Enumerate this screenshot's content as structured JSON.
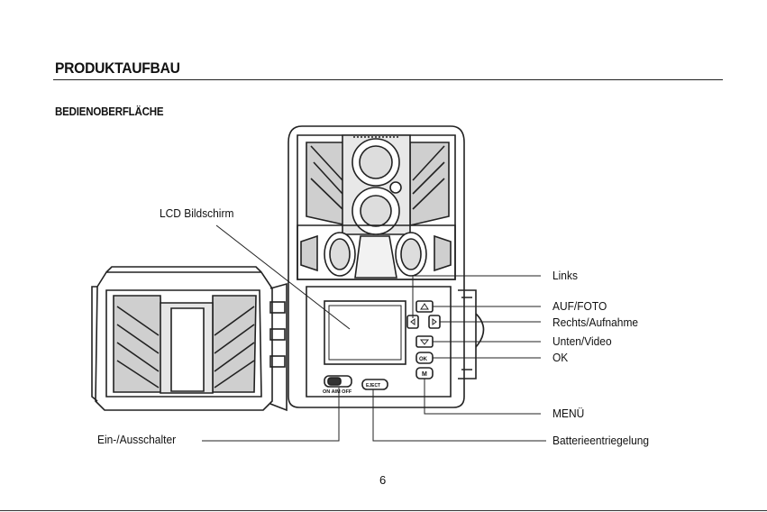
{
  "header": {
    "title": "PRODUKTAUFBAU"
  },
  "section": {
    "subtitle": "BEDIENOBERFLÄCHE"
  },
  "labels": {
    "lcd": "LCD Bildschirm",
    "power": "Ein-/Ausschalter",
    "left": "Links",
    "up_photo": "AUF/FOTO",
    "right_record": "Rechts/Aufnahme",
    "down_video": "Unten/Video",
    "ok": "OK",
    "menu": "MENÜ",
    "battery_release": "Batterieentriegelung"
  },
  "device_markings": {
    "switch_text": "ON AIM OFF",
    "eject_text": "EJECT",
    "ok_button": "OK",
    "menu_button": "M"
  },
  "footer": {
    "page_number": "6"
  }
}
